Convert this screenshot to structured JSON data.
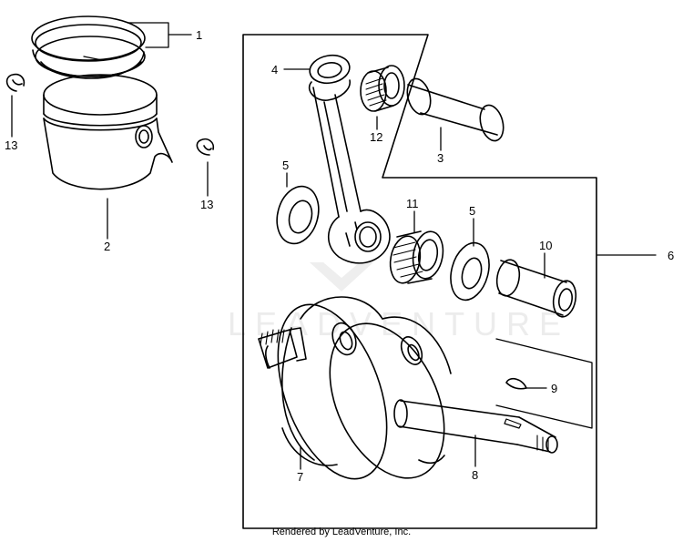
{
  "callouts": [
    "1",
    "2",
    "3",
    "4",
    "5",
    "5",
    "6",
    "7",
    "8",
    "9",
    "10",
    "11",
    "12",
    "13",
    "13"
  ],
  "watermark": "LEADVENTURE",
  "footer": "Rendered by LeadVenture, Inc.",
  "colors": {
    "line": "#000000",
    "background": "#ffffff",
    "watermark": "#ececec"
  }
}
